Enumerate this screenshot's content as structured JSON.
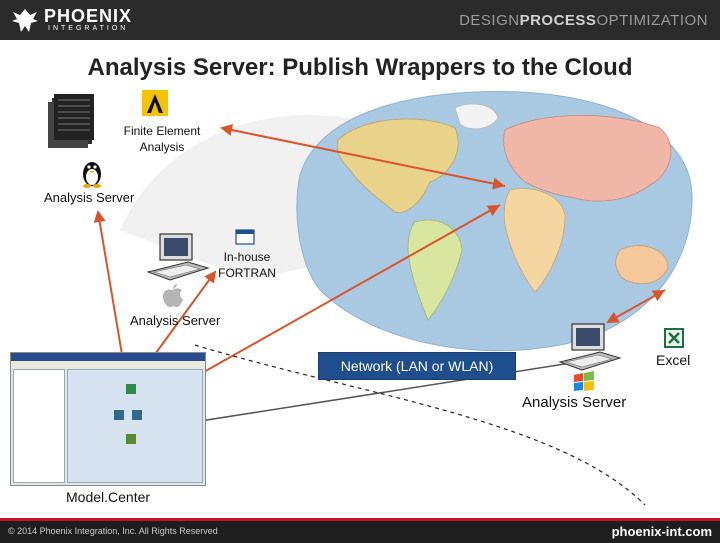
{
  "header": {
    "logo_name": "PHOENIX",
    "logo_sub": "INTEGRATION",
    "tagline_part1": "DESIGN",
    "tagline_part2": "PROCESS",
    "tagline_part3": "OPTIMIZATION"
  },
  "title": "Analysis Server: Publish Wrappers to the Cloud",
  "labels": {
    "fea": "Finite Element Analysis",
    "linux_server": "Analysis Server",
    "fortran": "In-house FORTRAN",
    "mac_server": "Analysis Server",
    "network": "Network (LAN or WLAN)",
    "excel": "Excel",
    "windows_server": "Analysis Server",
    "modelcenter": "Model.Center"
  },
  "footer": {
    "copyright": "© 2014 Phoenix Integration, Inc. All Rights Reserved",
    "url": "phoenix-int.com"
  },
  "colors": {
    "arrow": "#d9542b",
    "network_box": "#1f4e8c",
    "ocean": "#a9c8e2",
    "footer_accent": "#c8102e"
  },
  "icons": [
    "phoenix-bird-icon",
    "server-rack-icon",
    "ansys-icon",
    "linux-penguin-icon",
    "workstation-icon",
    "window-app-icon",
    "apple-icon",
    "windows-logo-icon",
    "excel-icon"
  ]
}
